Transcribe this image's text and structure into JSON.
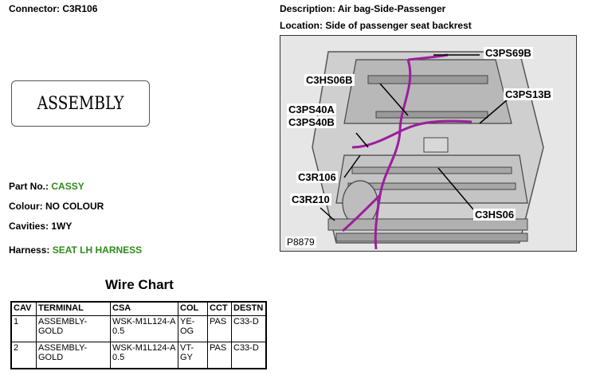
{
  "connector": {
    "label": "Connector:",
    "value": "C3R106"
  },
  "description": {
    "label": "Description:",
    "value": "Air bag-Side-Passenger"
  },
  "location": {
    "label": "Location:",
    "value": "Side of passenger seat backrest"
  },
  "assembly_box": {
    "text": "ASSEMBLY"
  },
  "part_no": {
    "label": "Part No.:",
    "value": "CASSY"
  },
  "colour": {
    "label": "Colour:",
    "value": "NO COLOUR"
  },
  "cavities": {
    "label": "Cavities:",
    "value": "1WY"
  },
  "harness": {
    "label": "Harness:",
    "value": "SEAT LH HARNESS"
  },
  "wire_chart": {
    "title": "Wire Chart",
    "headers": [
      "CAV",
      "TERMINAL",
      "CSA",
      "COL",
      "CCT",
      "DESTN"
    ],
    "rows": [
      {
        "cav": "1",
        "terminal": "ASSEMBLY-GOLD",
        "csa": "WSK-M1L124-A 0.5",
        "col": "YE-OG",
        "cct": "PAS",
        "destn": "C33-D"
      },
      {
        "cav": "2",
        "terminal": "ASSEMBLY-GOLD",
        "csa": "WSK-M1L124-A 0.5",
        "col": "VT-GY",
        "cct": "PAS",
        "destn": "C33-D"
      }
    ]
  },
  "diagram": {
    "callouts": [
      "C3PS69B",
      "C3HS06B",
      "C3PS13B",
      "C3PS40A",
      "C3PS40B",
      "C3R106",
      "C3R210",
      "C3HS06"
    ],
    "figure_id": "P8879",
    "harness_color": "#9b1f9b"
  },
  "colors": {
    "label_value_green": "#2e8b1a"
  }
}
